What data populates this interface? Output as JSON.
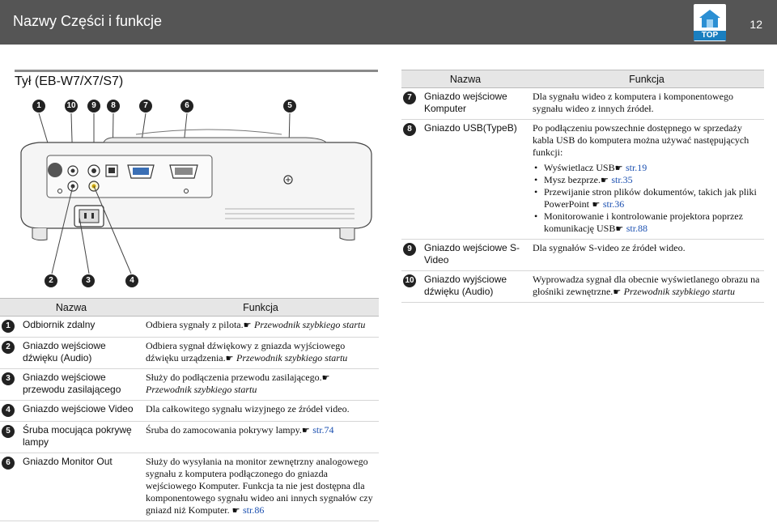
{
  "header": {
    "title": "Nazwy Części i funkcje",
    "page": "12",
    "logo_text": "TOP"
  },
  "section": {
    "title": "Tył (EB-W7/X7/S7)"
  },
  "diagram": {
    "top_labels": [
      "1",
      "10",
      "9",
      "8",
      "7",
      "6",
      "5"
    ],
    "bottom_labels": [
      "2",
      "3",
      "4"
    ]
  },
  "right_table": {
    "headers": {
      "name": "Nazwa",
      "func": "Funkcja"
    },
    "rows": [
      {
        "num": "7",
        "name": "Gniazdo wejściowe Komputer",
        "func": "Dla sygnału wideo z komputera i komponentowego sygnału wideo z innych źródeł."
      },
      {
        "num": "8",
        "name": "Gniazdo USB(TypeB)",
        "func": "Po podłączeniu powszechnie dostępnego w sprzedaży kabla USB do komputera można używać następujących funkcji:",
        "bullets": [
          {
            "text": "Wyświetlacz USB",
            "ref": "str.19"
          },
          {
            "text": "Mysz bezprze.",
            "ref": "str.35"
          },
          {
            "text": "Przewijanie stron plików dokumentów, takich jak pliki PowerPoint",
            "ref": "str.36"
          },
          {
            "text": "Monitorowanie i kontrolowanie projektora poprzez komunikację USB",
            "ref": "str.88"
          }
        ]
      },
      {
        "num": "9",
        "name": "Gniazdo wejściowe S-Video",
        "func": "Dla sygnałów S-video ze źródeł wideo."
      },
      {
        "num": "10",
        "name": "Gniazdo wyjściowe dźwięku (Audio)",
        "func": "Wyprowadza sygnał dla obecnie wyświetlanego obrazu na głośniki zewnętrzne.",
        "ref": "Przewodnik szybkiego startu"
      }
    ]
  },
  "left_table": {
    "headers": {
      "name": "Nazwa",
      "func": "Funkcja"
    },
    "rows": [
      {
        "num": "1",
        "name": "Odbiornik zdalny",
        "func": "Odbiera sygnały z pilota.",
        "ref": "Przewodnik szybkiego startu"
      },
      {
        "num": "2",
        "name": "Gniazdo wejściowe dźwięku (Audio)",
        "func": "Odbiera sygnał dźwiękowy z gniazda wyjściowego dźwięku urządzenia.",
        "ref": "Przewodnik szybkiego startu"
      },
      {
        "num": "3",
        "name": "Gniazdo wejściowe przewodu zasilającego",
        "func": "Służy do podłączenia przewodu zasilającego.",
        "ref": "Przewodnik szybkiego startu"
      },
      {
        "num": "4",
        "name": "Gniazdo wejściowe Video",
        "func": "Dla całkowitego sygnału wizyjnego ze źródeł video."
      },
      {
        "num": "5",
        "name": "Śruba mocująca pokrywę lampy",
        "func": "Śruba do zamocowania pokrywy lampy.",
        "ref": "str.74",
        "ref_link": true
      },
      {
        "num": "6",
        "name": "Gniazdo Monitor Out",
        "func": "Służy do wysyłania na monitor zewnętrzny analogowego sygnału z komputera podłączonego do gniazda wejściowego Komputer. Funkcja ta nie jest dostępna dla komponentowego sygnału wideo ani innych sygnałów czy gniazd niż Komputer.",
        "ref": "str.86",
        "ref_link": true
      }
    ]
  }
}
